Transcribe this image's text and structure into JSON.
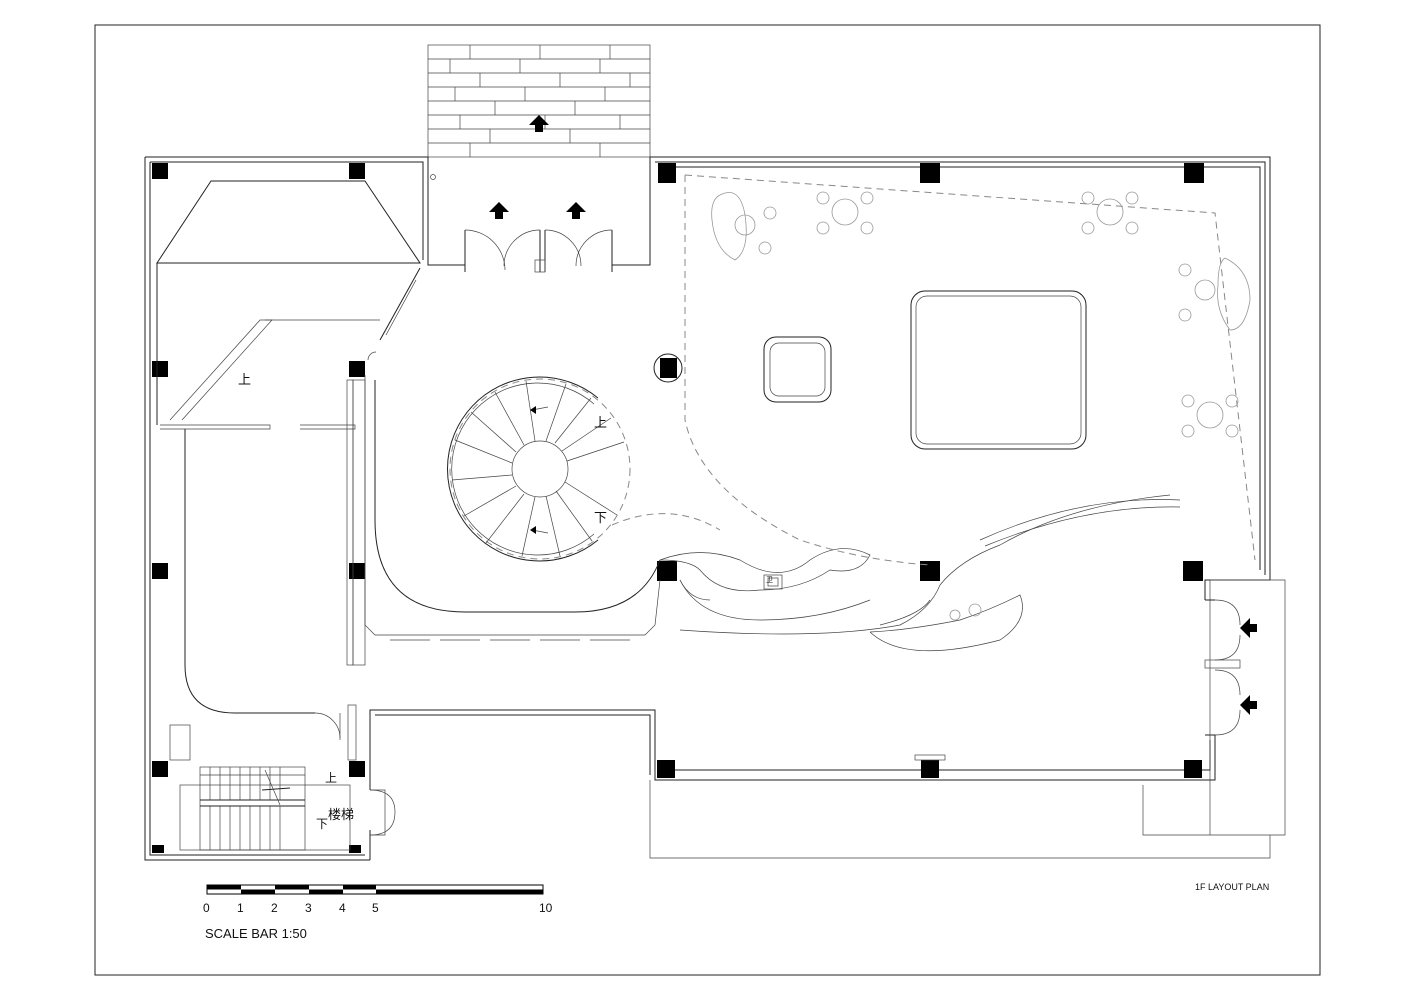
{
  "plan": {
    "title": "1F LAYOUT PLAN",
    "labels": {
      "up": "上",
      "down": "下",
      "stair": "楼梯",
      "toilet_sign": "卫"
    }
  },
  "scale_bar": {
    "title": "SCALE BAR 1:50",
    "ticks": [
      "0",
      "1",
      "2",
      "3",
      "4",
      "5",
      "10"
    ]
  }
}
